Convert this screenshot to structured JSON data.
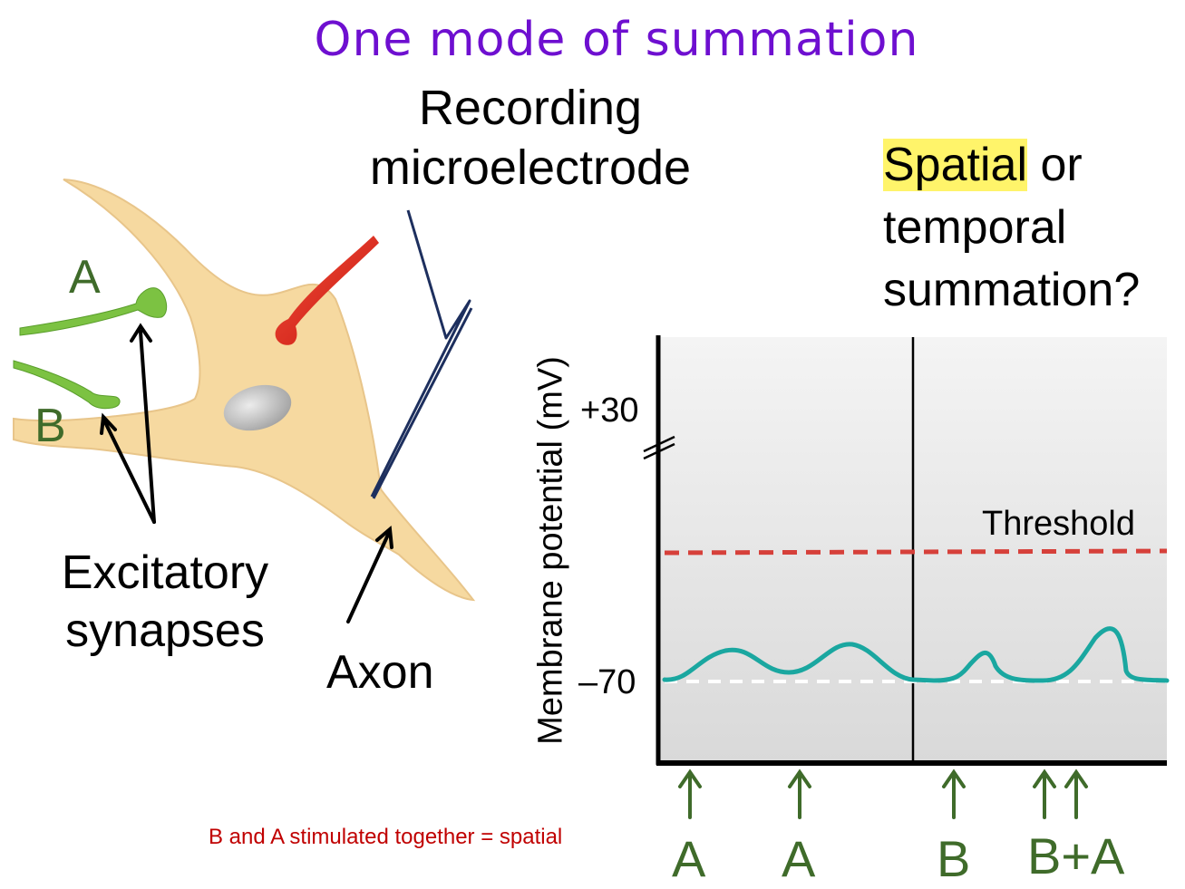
{
  "title": "One mode of summation",
  "recording": {
    "line1": "Recording",
    "line2": "microelectrode"
  },
  "question": {
    "highlight": "Spatial",
    "rest1": " or",
    "line2": "temporal",
    "line3": "summation?"
  },
  "synapse_labels": {
    "a": "A",
    "b": "B"
  },
  "excitatory": {
    "line1": "Excitatory",
    "line2": "synapses"
  },
  "axon": "Axon",
  "graph": {
    "ylabel": "Membrane potential (mV)",
    "tick_top": "+30",
    "tick_bottom": "–70",
    "threshold": "Threshold",
    "stimuli": [
      "A",
      "A",
      "B",
      "B+A"
    ]
  },
  "note": "B and A stimulated together = spatial",
  "colors": {
    "title": "#6e0fd0",
    "synapse_green": "#7cc242",
    "label_green": "#3f6b2a",
    "neuron": "#f6d9a0",
    "trace": "#1aa7a0",
    "threshold": "#d6403a",
    "note": "#c00000",
    "highlight": "#fff46a"
  }
}
